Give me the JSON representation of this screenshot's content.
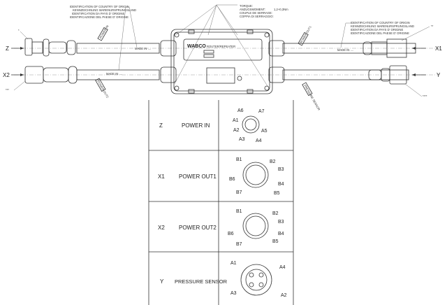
{
  "drawing": {
    "origin_note": [
      "IDENTIFICATION OF COUNTRY OF ORIGIN",
      "KENNZEICHNUNG WARENURSPRUNGSLAND",
      "IDENTIFICATION DA PAYS D' ORIGINE",
      "IDENTIFICAZIONE DEL PAESE D' ORIGINE"
    ],
    "torque_note": [
      "TORQUE:",
      "ANZUGSMOMENT:",
      "COUPLE DE SERRAGE:",
      "COPPIA DI SERRAGGIO:"
    ],
    "torque_value": "1,2+0,3Nm",
    "made_in": "MADE IN ....",
    "brand": "WABCO",
    "device_label": "ROUTER/REPEATER",
    "marks": {
      "z": "*",
      "x1": "**",
      "x2": "***",
      "y": "****"
    },
    "ports": {
      "z": "Z",
      "x1": "X1",
      "x2": "X2",
      "y": "Y"
    },
    "flags": [
      "POWER IN",
      "POWER OUT1",
      "POWER OUT2",
      "PRESSURE SENSOR"
    ]
  },
  "table": {
    "rows": [
      {
        "port": "Z",
        "name": "POWER IN",
        "pins": [
          "A6",
          "A7",
          "A1",
          "A2",
          "A5",
          "A3",
          "A4"
        ]
      },
      {
        "port": "X1",
        "name": "POWER OUT1",
        "pins": [
          "B1",
          "B2",
          "B3",
          "B6",
          "B4",
          "B7",
          "B5"
        ]
      },
      {
        "port": "X2",
        "name": "POWER OUT2",
        "pins": [
          "B1",
          "B2",
          "B3",
          "B6",
          "B4",
          "B7",
          "B5"
        ]
      },
      {
        "port": "Y",
        "name": "PRESSURE SENSOR",
        "pins": [
          "A1",
          "A4",
          "A3",
          "A2"
        ]
      }
    ]
  }
}
